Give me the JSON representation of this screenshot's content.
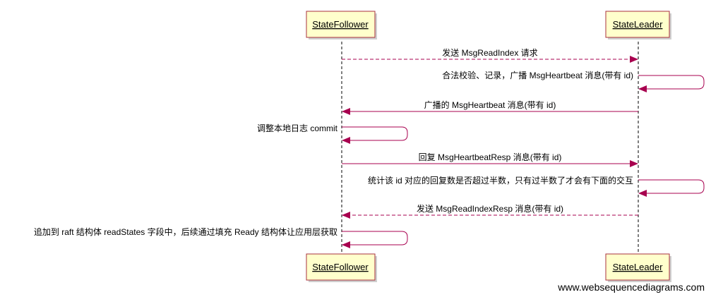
{
  "participants": [
    {
      "id": "follower",
      "name": "StateFollower"
    },
    {
      "id": "leader",
      "name": "StateLeader"
    }
  ],
  "messages": [
    {
      "from": "follower",
      "to": "leader",
      "text": "发送 MsgReadIndex 请求",
      "style": "dashed"
    },
    {
      "from": "leader",
      "to": "leader",
      "text": "合法校验、记录，广播 MsgHeartbeat 消息(带有 id)",
      "style": "solid"
    },
    {
      "from": "leader",
      "to": "follower",
      "text": "广播的 MsgHeartbeat 消息(带有 id)",
      "style": "solid"
    },
    {
      "from": "follower",
      "to": "follower",
      "text": "调整本地日志 commit",
      "style": "solid"
    },
    {
      "from": "follower",
      "to": "leader",
      "text": "回复 MsgHeartbeatResp 消息(带有 id)",
      "style": "solid"
    },
    {
      "from": "leader",
      "to": "leader",
      "text": "统计该 id 对应的回复数是否超过半数，只有过半数了才会有下面的交互",
      "style": "solid"
    },
    {
      "from": "leader",
      "to": "follower",
      "text": "发送 MsgReadIndexResp 消息(带有 id)",
      "style": "dashed"
    },
    {
      "from": "follower",
      "to": "follower",
      "text": "追加到 raft 结构体 readStates 字段中，后续通过填充 Ready 结构体让应用层获取",
      "style": "solid"
    }
  ],
  "watermark": "www.websequencediagrams.com",
  "colors": {
    "box_fill": "#ffffcc",
    "box_border": "#a8323e",
    "arrow": "#a8004f"
  }
}
